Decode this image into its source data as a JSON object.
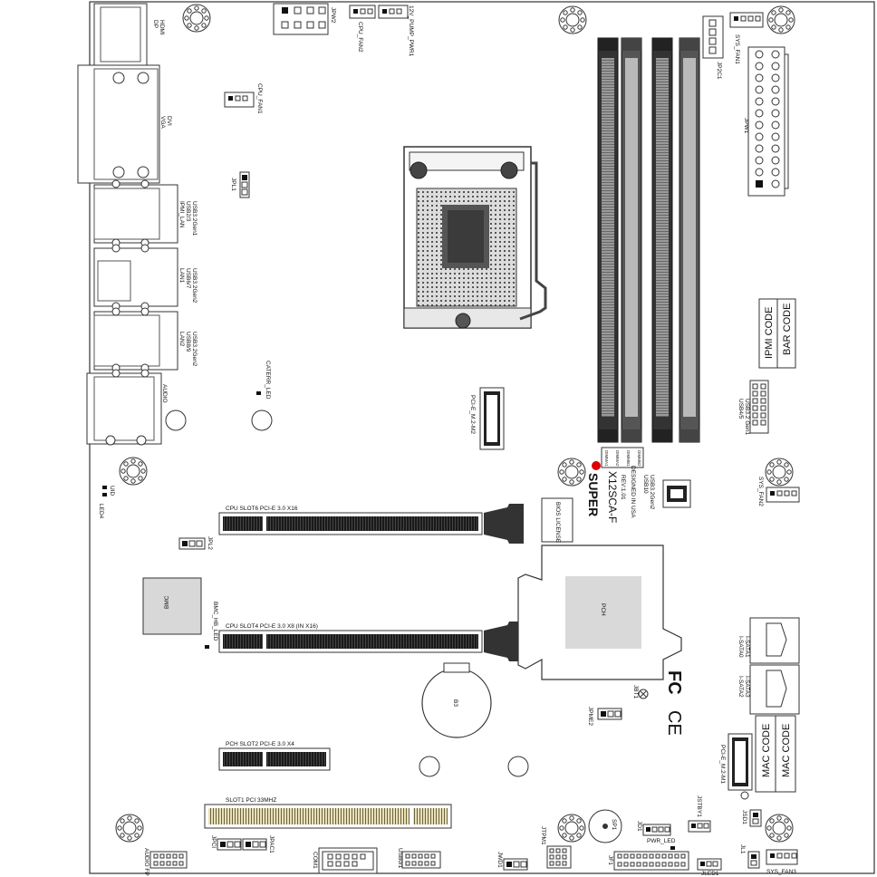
{
  "board": {
    "model": "X12SCA-F",
    "revision": "REV:1.01",
    "designed_in": "DESIGNED IN USA",
    "brand_prefix": "SUPER",
    "cert_marks": [
      "CE",
      "FC"
    ]
  },
  "labels": {
    "dp_hdmi": [
      "DP",
      "HDMI"
    ],
    "vga_dvi": [
      "VGA",
      "DVI"
    ],
    "ipmi_lan": [
      "IPMI_LAN",
      "USB2/3",
      "USB3.2Gen1"
    ],
    "lan1": [
      "LAN1",
      "USB6/7",
      "USB3.2Gen2"
    ],
    "lan2": [
      "LAN2",
      "USB8/9",
      "USB3.2Gen2"
    ],
    "audio": "AUDIO",
    "jpw2": "JPW2",
    "cpu_fan2": "CPU_FAN2",
    "pump_pwr": "12V_PUMP_PWR1",
    "cpu_fan1": "CPU_FAN1",
    "jpl1": "JPL1",
    "jpl2": "JPL2",
    "jp2c1": "JP2C1",
    "sys_fan1": "SYS_FAN1",
    "jpw1": "JPW1",
    "ipmi_code": "IPMI CODE",
    "bar_code": "BAR CODE",
    "usb45": [
      "USB4/5",
      "USB3.2 Gen1"
    ],
    "caterr": "CATERR_LED",
    "pcie_m2_m2": "PCI-E_M.2-M2",
    "led4": "LED4",
    "uid": "UID",
    "usb10": [
      "USB10",
      "USB3.2Gen2"
    ],
    "sys_fan2": "SYS_FAN2",
    "bios_license": "BIOS LICENSE",
    "slot6": "CPU SLOT6 PCI-E 3.0 X16",
    "slot4": "CPU SLOT4 PCI-E 3.0 X8 (IN X16)",
    "slot2": "PCH SLOT2 PCI-E 3.0 X4",
    "slot1": "SLOT1 PCI 33MHZ",
    "bmc": "BMC",
    "bmc_hb": "BMC_HB_LED",
    "pch": "PCH",
    "battery": "B3",
    "sata01": [
      "I-SATA0",
      "I-SATA1"
    ],
    "sata23": [
      "I-SATA2",
      "I-SATA3"
    ],
    "mac_code": "MAC CODE",
    "pcie_m2_m1": "PCI-E_M.2-M1",
    "jbt1": "JBT1",
    "jpme2": "JPME2",
    "audio_fp": "AUDIO FP",
    "jpci": "JPCI",
    "jpac1": "JPAC1",
    "com1": "COM1",
    "usb01": "USB0/1",
    "jwd1": "JWD1",
    "jtpm1": "JTPM1",
    "sp1": "SP1",
    "jd1": "JD1",
    "jstby1": "JSTBY1",
    "pwr_led": "PWR_LED",
    "jf1": "JF1",
    "jled1": "JLED1",
    "jsd1": "JSD1",
    "jl1": "JL1",
    "sys_fan3": "SYS_FAN3",
    "dimm_tags": [
      "DIMMA1",
      "DIMMA2",
      "DIMMB1",
      "DIMMB2"
    ]
  }
}
